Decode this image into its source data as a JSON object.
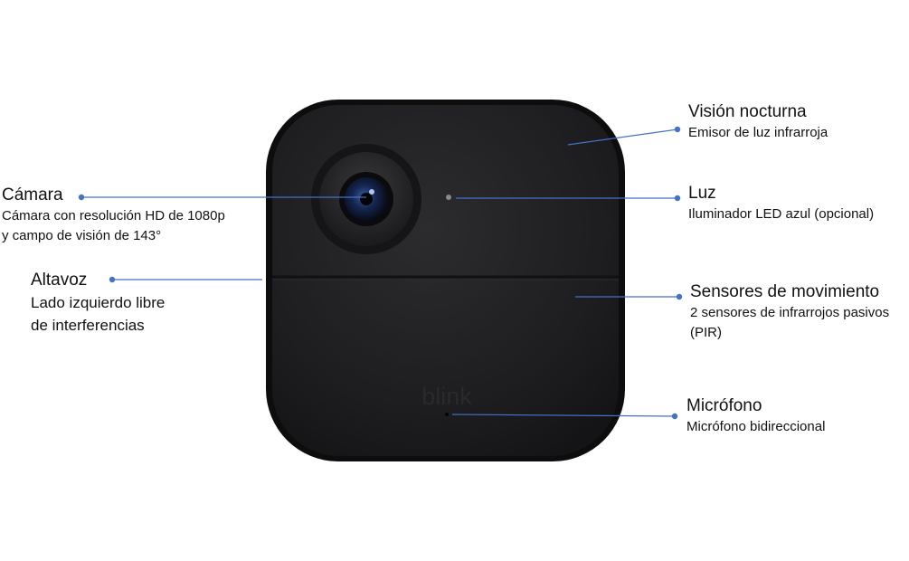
{
  "device": {
    "brand_logo": "blink"
  },
  "colors": {
    "leader_line": "#4472c4",
    "body_dark": "#1f1f21",
    "body_edge": "#0e0e0f"
  },
  "callouts": {
    "camara": {
      "title": "Cámara",
      "desc_lines": [
        "Cámara con resolución HD de 1080p",
        "y campo de visión de 143°"
      ]
    },
    "altavoz": {
      "title": "Altavoz",
      "desc_lines": [
        "Lado izquierdo libre",
        "de interferencias"
      ]
    },
    "vision_nocturna": {
      "title": "Visión nocturna",
      "desc_lines": [
        "Emisor de luz infrarroja"
      ]
    },
    "luz": {
      "title": "Luz",
      "desc_lines": [
        "Iluminador LED azul (opcional)"
      ]
    },
    "sensores": {
      "title": "Sensores de movimiento",
      "desc_lines": [
        "2 sensores de infrarrojos pasivos",
        "(PIR)"
      ]
    },
    "microfono": {
      "title": "Micrófono",
      "desc_lines": [
        "Micrófono bidireccional"
      ]
    }
  }
}
